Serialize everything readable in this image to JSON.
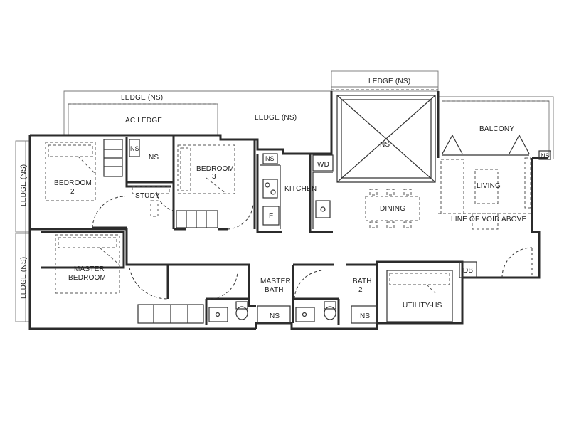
{
  "labels": {
    "ledge_top_right": "LEDGE (NS)",
    "ledge_top_left": "LEDGE (NS)",
    "ac_ledge": "AC LEDGE",
    "ledge_middle": "LEDGE (NS)",
    "balcony": "BALCONY",
    "ns_void": "NS",
    "ns_balcony": "NS",
    "ns_top_left_small": "NS",
    "ns_top_left": "NS",
    "bedroom2_line1": "BEDROOM",
    "bedroom2_line2": "2",
    "study": "STUDY",
    "bedroom3_line1": "BEDROOM",
    "bedroom3_line2": "3",
    "ns_kitchen": "NS",
    "kitchen": "KITCHEN",
    "wd": "WD",
    "fridge": "F",
    "dining": "DINING",
    "living": "LIVING",
    "void_above": "LINE OF VOID ABOVE",
    "ledge_left_upper": "LEDGE (NS)",
    "ledge_left_lower": "LEDGE (NS)",
    "master_bedroom_line1": "MASTER",
    "master_bedroom_line2": "BEDROOM",
    "master_bath_line1": "MASTER",
    "master_bath_line2": "BATH",
    "bath2_line1": "BATH",
    "bath2_line2": "2",
    "db": "DB",
    "utility": "UTILITY-HS",
    "ns_bath_master": "NS",
    "ns_bath2": "NS"
  }
}
